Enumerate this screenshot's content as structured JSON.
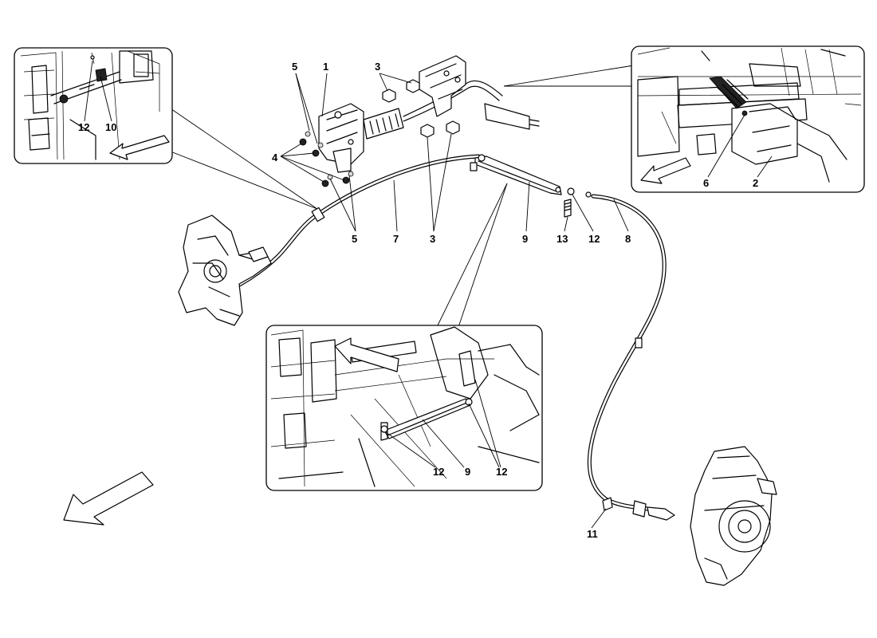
{
  "callouts": {
    "c1": "1",
    "c2": "2",
    "c3_top": "3",
    "c3_mid": "3",
    "c4": "4",
    "c5_top": "5",
    "c5_mid": "5",
    "c6": "6",
    "c7": "7",
    "c8": "8",
    "c9_main": "9",
    "c9_inset": "9",
    "c10": "10",
    "c11": "11",
    "c12_topleft": "12",
    "c12_main": "12",
    "c12_inset_a": "12",
    "c12_inset_b": "12",
    "c13": "13"
  },
  "icons": {
    "front-direction-arrow": "hollow-arrow-down-left",
    "inset-direction-arrows": [
      "hollow-arrow-left",
      "hollow-arrow-up-left",
      "hollow-arrow-right"
    ]
  },
  "colors": {
    "line": "#000000",
    "background": "#ffffff"
  }
}
